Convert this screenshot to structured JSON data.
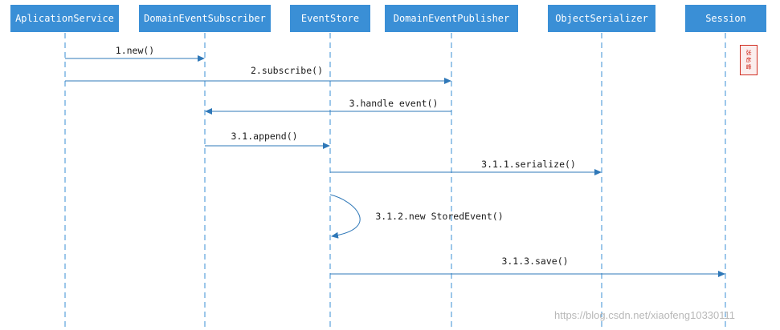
{
  "participants": [
    {
      "id": "app",
      "label": "AplicationService"
    },
    {
      "id": "sub",
      "label": "DomainEventSubscriber"
    },
    {
      "id": "store",
      "label": "EventStore"
    },
    {
      "id": "pub",
      "label": "DomainEventPublisher"
    },
    {
      "id": "ser",
      "label": "ObjectSerializer"
    },
    {
      "id": "sess",
      "label": "Session"
    }
  ],
  "messages": [
    {
      "label": "1.new()",
      "from": "app",
      "to": "sub"
    },
    {
      "label": "2.subscribe()",
      "from": "app",
      "to": "pub"
    },
    {
      "label": "3.handle event()",
      "from": "pub",
      "to": "sub"
    },
    {
      "label": "3.1.append()",
      "from": "sub",
      "to": "store"
    },
    {
      "label": "3.1.1.serialize()",
      "from": "store",
      "to": "ser"
    },
    {
      "label": "3.1.2.new StoredEvent()",
      "from": "store",
      "to": "store",
      "self": true
    },
    {
      "label": "3.1.3.save()",
      "from": "store",
      "to": "sess"
    }
  ],
  "seal": {
    "text": "张彦峰"
  },
  "watermark": "https://blog.csdn.net/xiaofeng10330111",
  "colors": {
    "participant_bg": "#3a8fd6",
    "lifeline": "#3a8fd6",
    "arrow": "#2f78b8",
    "seal": "#d12c20"
  }
}
